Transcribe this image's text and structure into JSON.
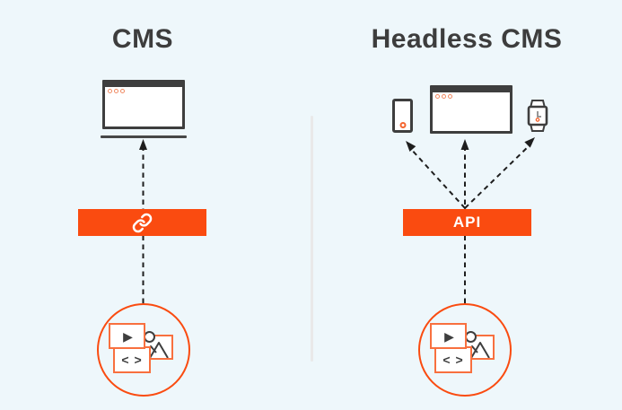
{
  "canvas": {
    "background": "#eef7fb",
    "divider_color": "#e9e9e9"
  },
  "colors": {
    "accent_orange": "#fa4b10",
    "card_border_orange": "#f8703f",
    "browser_dot_orange": "#f08a62",
    "device_dark": "#3e3e3e",
    "arrow_black": "#1e1e1e",
    "title_gray": "#3d3d3d"
  },
  "left_panel": {
    "title": "CMS",
    "bar": {
      "icon": "link-icon"
    },
    "device_icons": [
      "desktop-browser-icon"
    ],
    "content_circle": {
      "icons": [
        "play-icon",
        "image-icon",
        "code-icon"
      ]
    }
  },
  "right_panel": {
    "title": "Headless CMS",
    "bar": {
      "label": "API"
    },
    "device_icons": [
      "phone-icon",
      "desktop-browser-icon",
      "smartwatch-icon"
    ],
    "content_circle": {
      "icons": [
        "play-icon",
        "image-icon",
        "code-icon"
      ]
    }
  },
  "glyphs": {
    "play": "▶",
    "code": "< >"
  }
}
